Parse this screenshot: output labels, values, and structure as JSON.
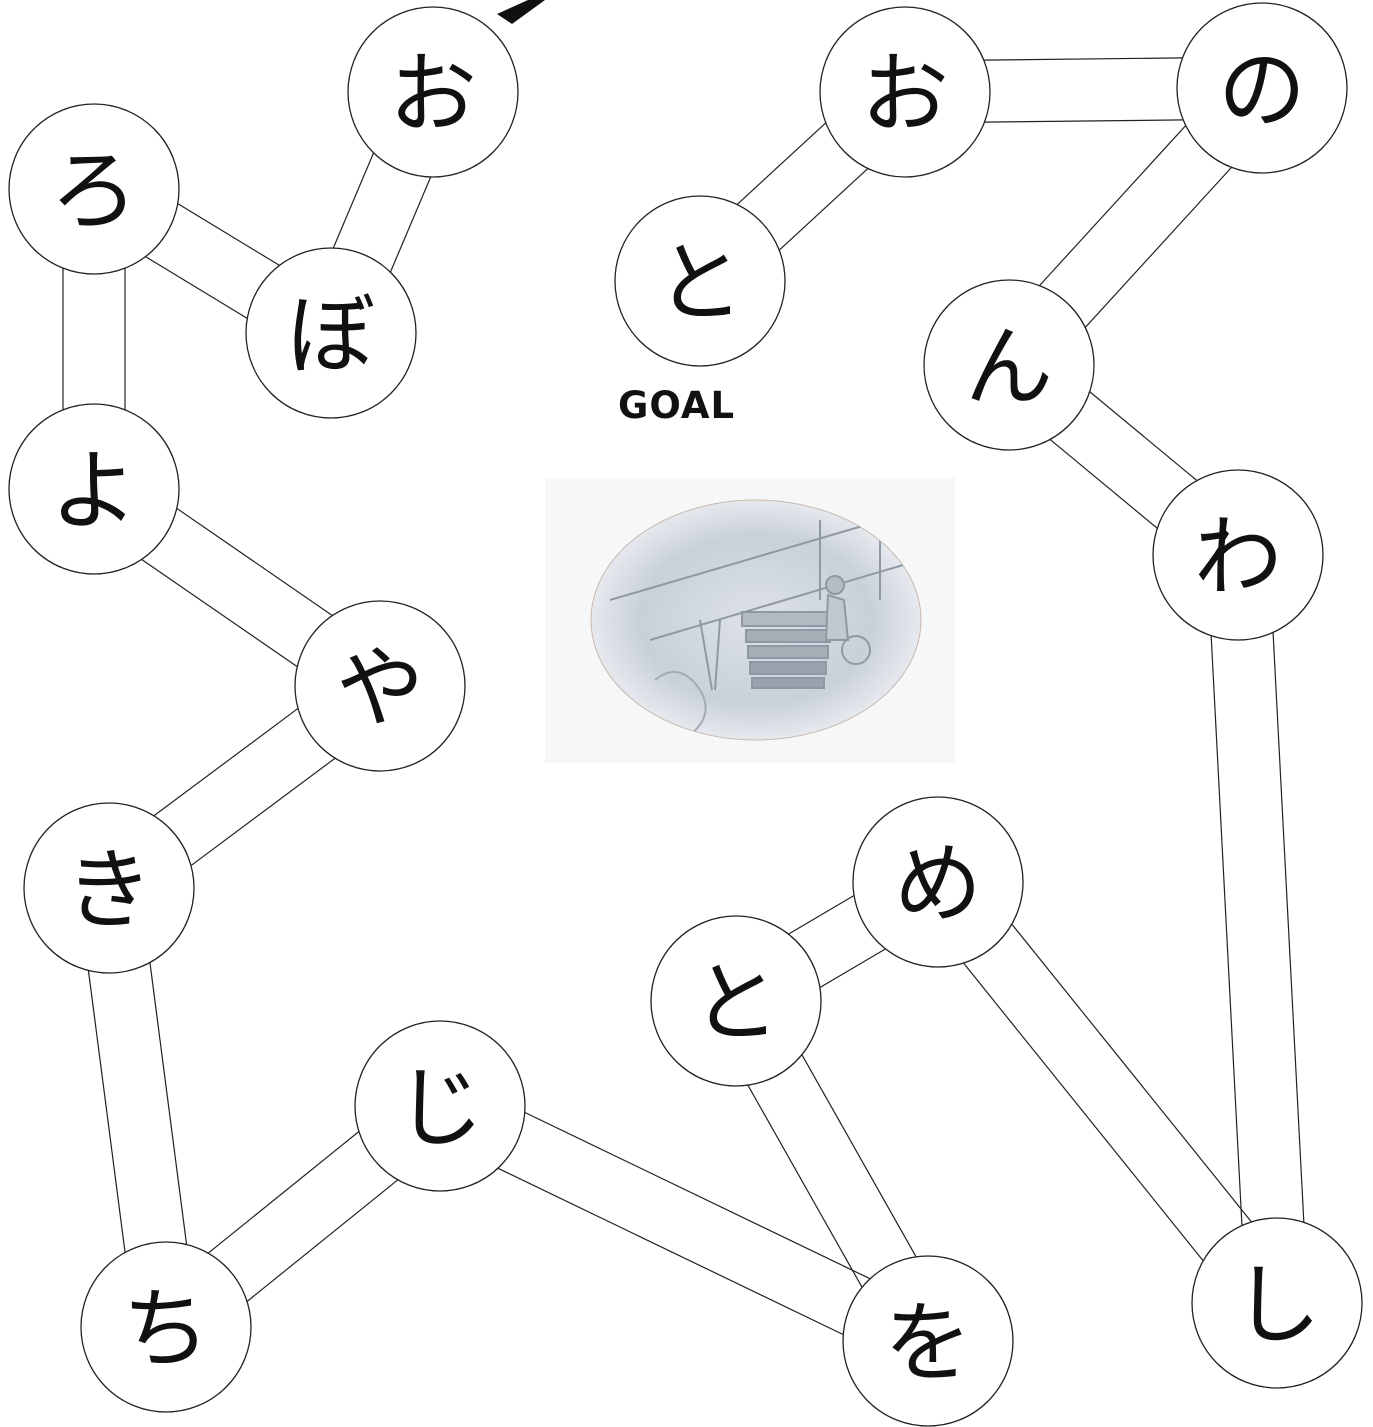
{
  "goal_label": "GOAL",
  "nodes": [
    {
      "id": "o1",
      "char": "お"
    },
    {
      "id": "ro",
      "char": "ろ"
    },
    {
      "id": "bo",
      "char": "ぼ"
    },
    {
      "id": "yo",
      "char": "よ"
    },
    {
      "id": "ya",
      "char": "や"
    },
    {
      "id": "ki",
      "char": "き"
    },
    {
      "id": "chi",
      "char": "ち"
    },
    {
      "id": "ji",
      "char": "じ"
    },
    {
      "id": "wo",
      "char": "を"
    },
    {
      "id": "to2",
      "char": "と"
    },
    {
      "id": "me",
      "char": "め"
    },
    {
      "id": "shi",
      "char": "し"
    },
    {
      "id": "wa",
      "char": "わ"
    },
    {
      "id": "n",
      "char": "ん"
    },
    {
      "id": "no",
      "char": "の"
    },
    {
      "id": "o2",
      "char": "お"
    },
    {
      "id": "to1",
      "char": "と"
    }
  ],
  "connections": [
    [
      "o1",
      "bo"
    ],
    [
      "bo",
      "ro"
    ],
    [
      "ro",
      "yo"
    ],
    [
      "yo",
      "ya"
    ],
    [
      "ya",
      "ki"
    ],
    [
      "ki",
      "chi"
    ],
    [
      "chi",
      "ji"
    ],
    [
      "ji",
      "wo"
    ],
    [
      "wo",
      "to2"
    ],
    [
      "to2",
      "me"
    ],
    [
      "me",
      "shi"
    ],
    [
      "shi",
      "wa"
    ],
    [
      "wa",
      "n"
    ],
    [
      "n",
      "no"
    ],
    [
      "no",
      "o2"
    ],
    [
      "o2",
      "to1"
    ]
  ]
}
